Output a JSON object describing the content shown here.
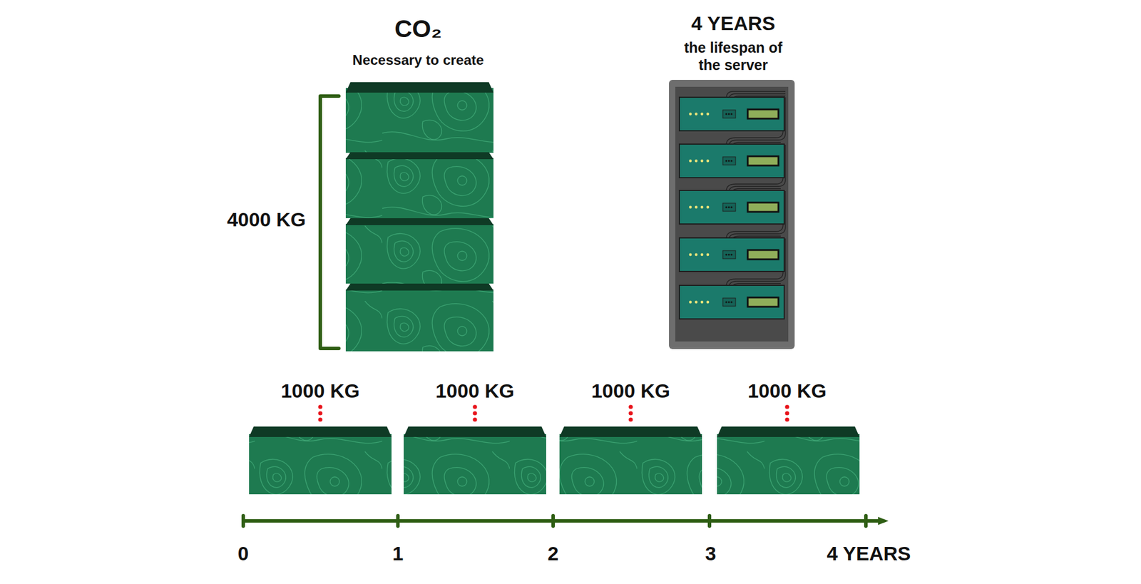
{
  "diagram": {
    "labels": [
      "CO₂",
      "Necessary to create",
      "4000 KG",
      "4 YEARS",
      "the lifespan of the server",
      "1000 KG",
      "1000 KG",
      "1000 KG",
      "1000 KG",
      "0",
      "1",
      "2",
      "3",
      "4 YEARS"
    ]
  }
}
